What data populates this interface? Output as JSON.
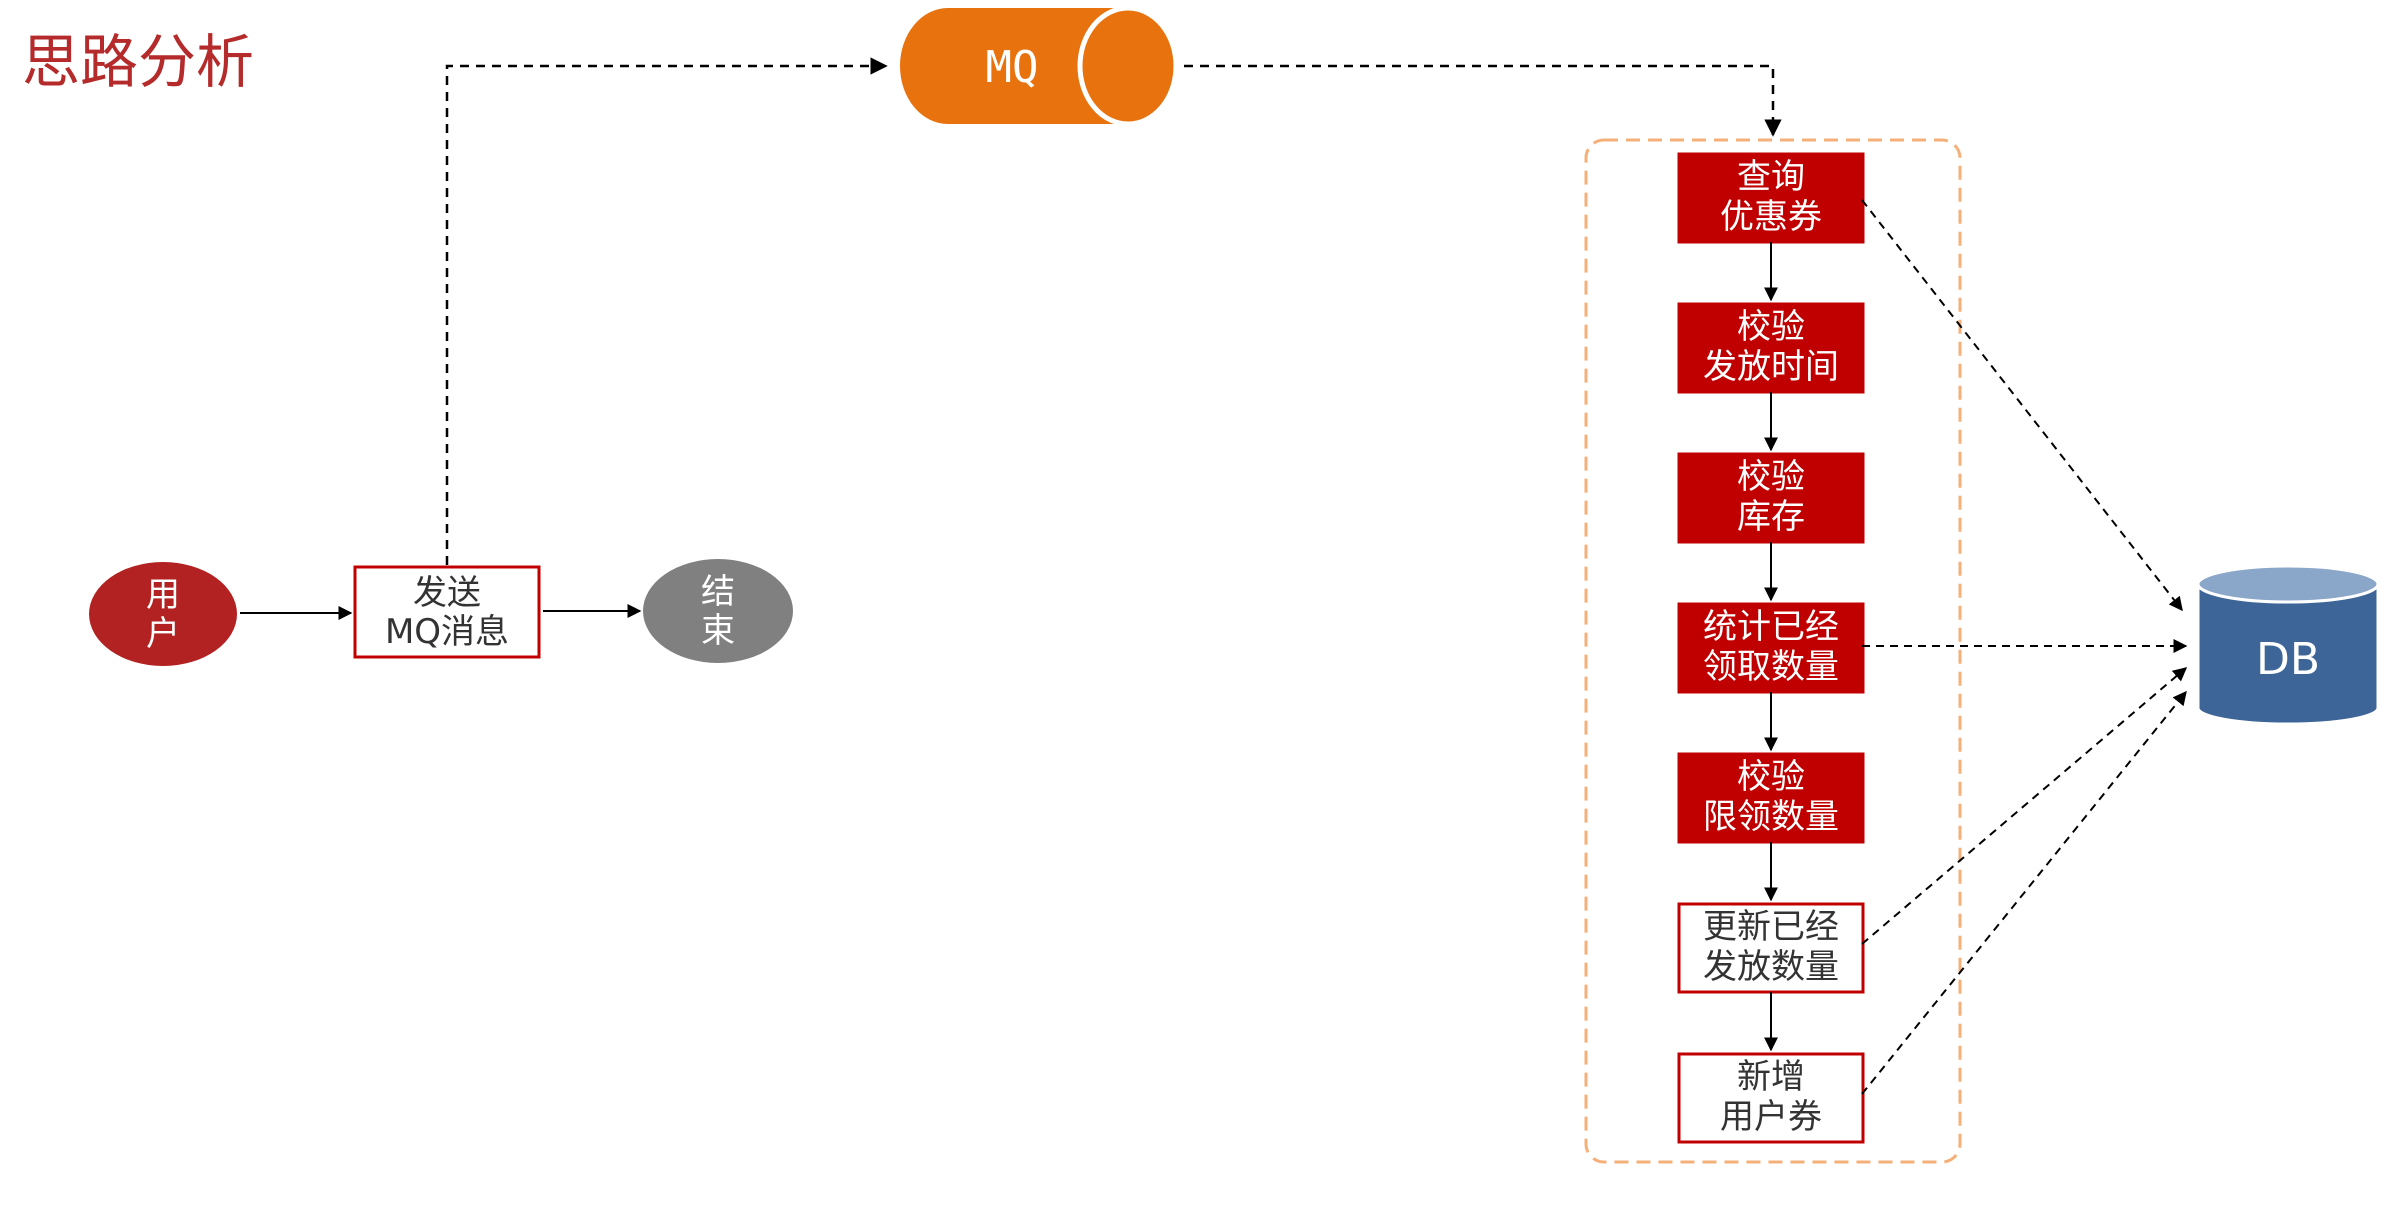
{
  "title": "思路分析",
  "colors": {
    "title": "#b52a2a",
    "user_node": "#b22222",
    "end_node": "#808080",
    "mq": "#e8720d",
    "filled_box": "#c00000",
    "outlined_box_border": "#c00000",
    "group_border": "#f5b07a",
    "db_body": "#3d6597",
    "db_top": "#8aa6c8"
  },
  "nodes": {
    "user": {
      "line1": "用",
      "line2": "户"
    },
    "send_mq": {
      "line1": "发送",
      "line2": "MQ消息"
    },
    "end": {
      "line1": "结",
      "line2": "束"
    },
    "mq": {
      "label": "MQ"
    },
    "db": {
      "label": "DB"
    }
  },
  "steps": [
    {
      "line1": "查询",
      "line2": "优惠券",
      "style": "filled"
    },
    {
      "line1": "校验",
      "line2": "发放时间",
      "style": "filled"
    },
    {
      "line1": "校验",
      "line2": "库存",
      "style": "filled"
    },
    {
      "line1": "统计已经",
      "line2": "领取数量",
      "style": "filled"
    },
    {
      "line1": "校验",
      "line2": "限领数量",
      "style": "filled"
    },
    {
      "line1": "更新已经",
      "line2": "发放数量",
      "style": "outlined"
    },
    {
      "line1": "新增",
      "line2": "用户券",
      "style": "outlined"
    }
  ]
}
